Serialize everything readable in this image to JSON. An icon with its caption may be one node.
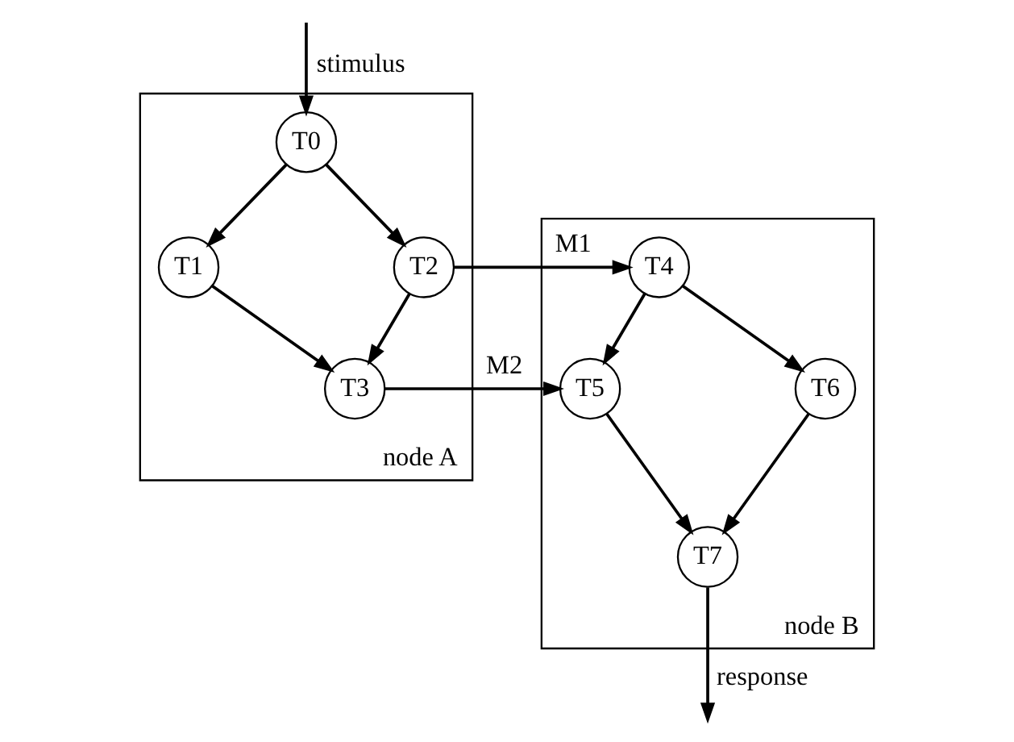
{
  "diagram": {
    "nodes": [
      {
        "text": [
          "node A"
        ]
      },
      {
        "text": [
          "T0"
        ],
        "in": 0
      },
      {
        "text": [
          "T1"
        ],
        "in": 0
      },
      {
        "text": [
          "T2"
        ],
        "in": 0
      },
      {
        "text": [
          "T3"
        ],
        "in": 0
      },
      {
        "text": [
          "node B"
        ]
      },
      {
        "text": [
          "T4"
        ],
        "in": 5
      },
      {
        "text": [
          "T5"
        ],
        "in": 5
      },
      {
        "text": [
          "T6"
        ],
        "in": 5
      },
      {
        "text": [
          "T7"
        ],
        "in": 5
      }
    ],
    "edges": [
      {
        "from": null,
        "to": 1,
        "arrow": "to",
        "label": "stimulus"
      },
      {
        "from": 1,
        "to": 2,
        "arrow": "to"
      },
      {
        "from": 1,
        "to": 3,
        "arrow": "to"
      },
      {
        "from": 2,
        "to": 4,
        "arrow": "to"
      },
      {
        "from": 3,
        "to": 4,
        "arrow": "to"
      },
      {
        "from": 3,
        "to": 6,
        "arrow": "to",
        "label": "M1"
      },
      {
        "from": 4,
        "to": 7,
        "arrow": "to",
        "label": "M2"
      },
      {
        "from": 6,
        "to": 7,
        "arrow": "to"
      },
      {
        "from": 6,
        "to": 8,
        "arrow": "to"
      },
      {
        "from": 7,
        "to": 9,
        "arrow": "to"
      },
      {
        "from": 8,
        "to": 9,
        "arrow": "to"
      },
      {
        "from": 9,
        "to": null,
        "arrow": "to",
        "label": "response"
      }
    ]
  }
}
